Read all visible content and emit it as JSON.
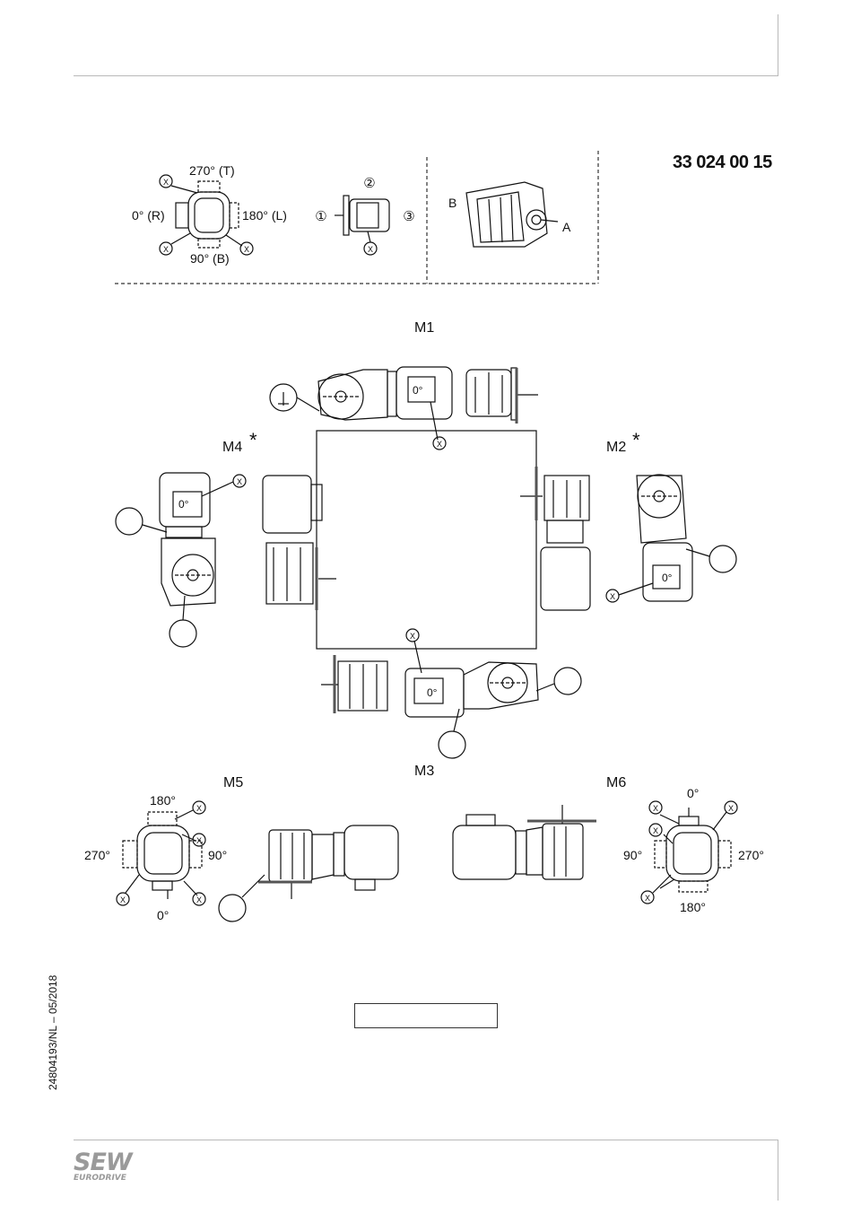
{
  "document_number": "33 024 00 15",
  "side_code": "24804193/NL – 05/2018",
  "logo": {
    "main": "SEW",
    "sub": "EURODRIVE"
  },
  "legend": {
    "angle_270": "270° (T)",
    "angle_0": "0° (R)",
    "angle_180": "180° (L)",
    "angle_90": "90° (B)",
    "pos_1": "①",
    "pos_2": "②",
    "pos_3": "③",
    "side_a": "A",
    "side_b": "B",
    "x_mark": "X"
  },
  "positions": {
    "m1": "M1",
    "m2": "M2",
    "m3": "M3",
    "m4": "M4",
    "m5": "M5",
    "m6": "M6",
    "star": "*",
    "zero_deg": "0°"
  },
  "m5_angles": {
    "top": "180°",
    "left": "270°",
    "right": "90°",
    "bottom": "0°"
  },
  "m6_angles": {
    "top": "0°",
    "left": "90°",
    "right": "270°",
    "bottom": "180°"
  }
}
